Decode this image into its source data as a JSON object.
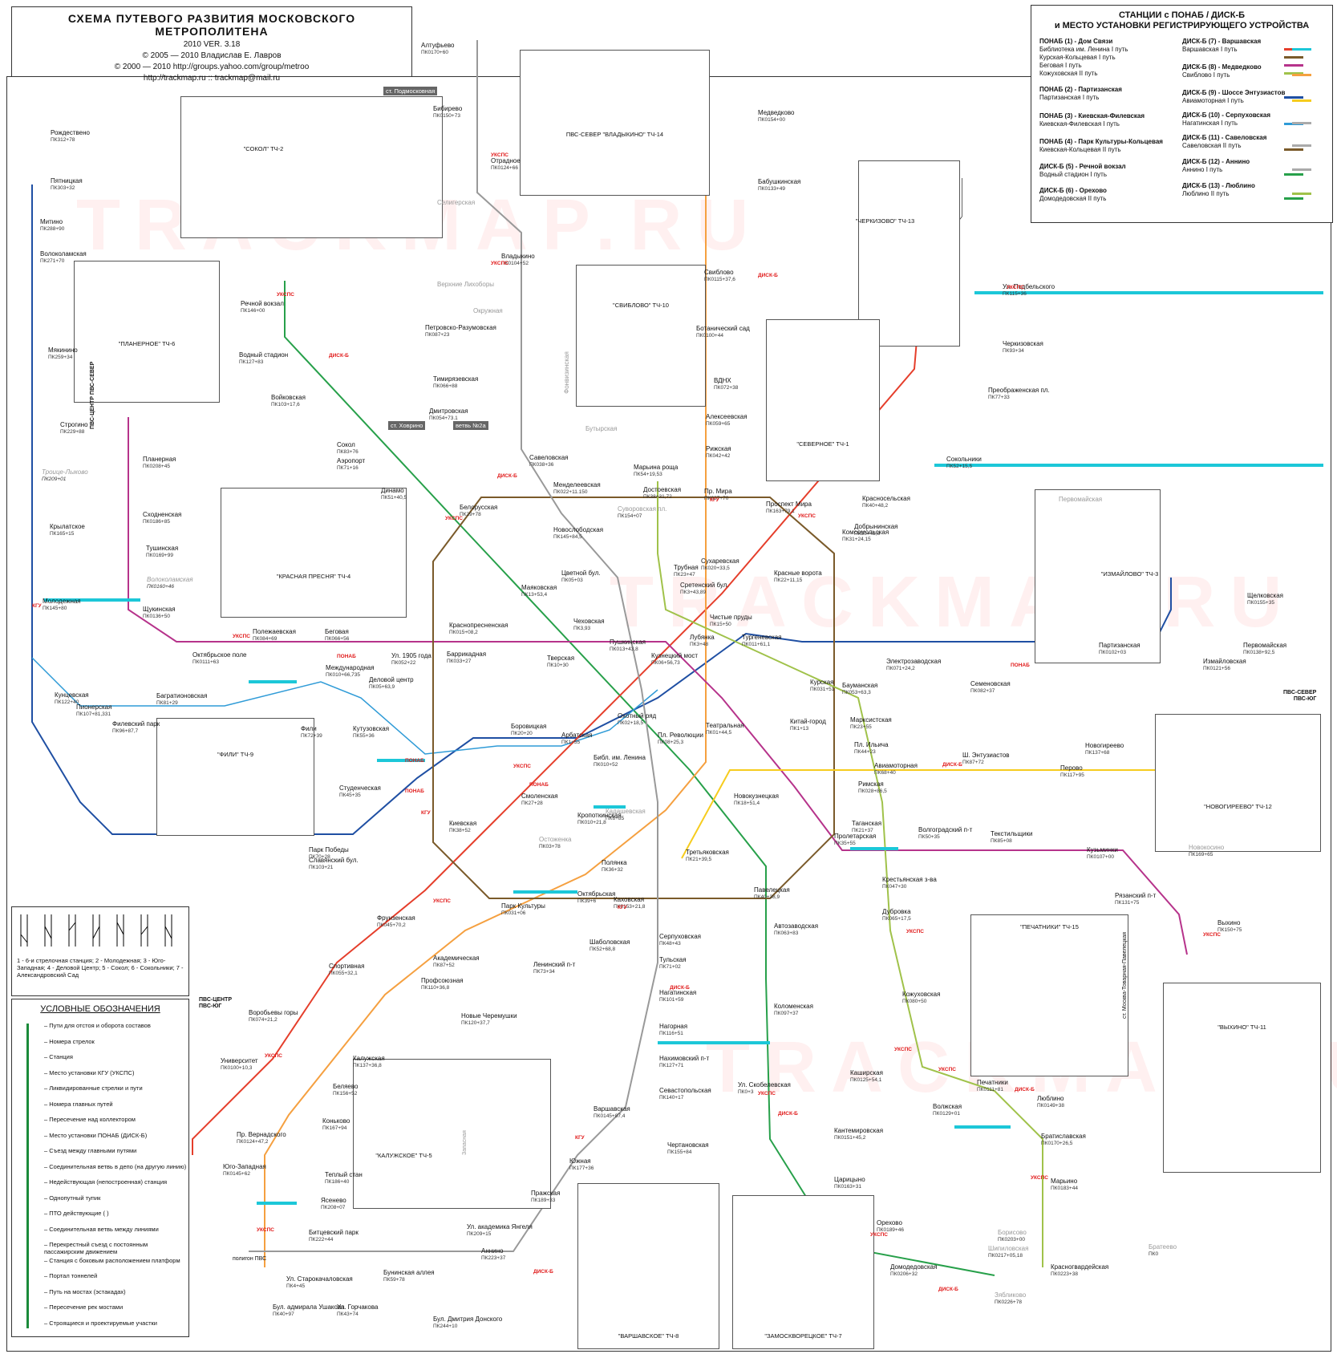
{
  "header": {
    "title": "СХЕМА ПУТЕВОГО РАЗВИТИЯ МОСКОВСКОГО МЕТРОПОЛИТЕНА",
    "version": "2010  VER. 3.18",
    "copyright1": "© 2005 — 2010 Владислав Е. Лавров",
    "copyright2": "© 2000 — 2010 http://groups.yahoo.com/group/metroo",
    "contact": "http://trackmap.ru :: trackmap@mail.ru"
  },
  "legend_stations": {
    "heading1": "СТАНЦИИ с ПОНАБ / ДИСК-Б",
    "heading2": "и МЕСТО УСТАНОВКИ РЕГИСТРИРУЮЩЕГО УСТРОЙСТВА",
    "left": [
      {
        "title": "ПОНАБ (1) - Дом Связи",
        "lines": [
          "Библиотека им. Ленина I путь",
          "Курская-Кольцевая I путь",
          "Беговая I путь",
          "Кожуховская II путь"
        ],
        "colors": [
          "#e53e2b",
          "#7a5a2a",
          "#b6338b",
          "#a0c24a"
        ]
      },
      {
        "title": "ПОНАБ (2) - Партизанская",
        "lines": [
          "Партизанская I путь"
        ],
        "colors": [
          "#1f4fa3"
        ]
      },
      {
        "title": "ПОНАБ (3) - Киевская-Филевская",
        "lines": [
          "Киевская-Филевская I путь"
        ],
        "colors": [
          "#2f9bd7"
        ]
      },
      {
        "title": "ПОНАБ (4) - Парк Культуры-Кольцевая",
        "lines": [
          "Киевская-Кольцевая II путь"
        ],
        "colors": [
          "#7a5a2a"
        ]
      },
      {
        "title": "ДИСК-Б (5) - Речной вокзал",
        "lines": [
          "Водный стадион I путь"
        ],
        "colors": [
          "#27a04a"
        ]
      },
      {
        "title": "ДИСК-Б (6) - Орехово",
        "lines": [
          "Домодедовская II путь"
        ],
        "colors": [
          "#27a04a"
        ]
      }
    ],
    "right": [
      {
        "title": "ДИСК-Б (7) - Варшавская",
        "lines": [
          "Варшавская I путь"
        ],
        "colors": [
          "#1cc7d8"
        ]
      },
      {
        "title": "ДИСК-Б (8) - Медведково",
        "lines": [
          "Свиблово I путь"
        ],
        "colors": [
          "#f5a040"
        ]
      },
      {
        "title": "ДИСК-Б (9) - Шоссе Энтузиастов",
        "lines": [
          "Авиамоторная I путь"
        ],
        "colors": [
          "#f6cc1e"
        ]
      },
      {
        "title": "ДИСК-Б (10) - Серпуховская",
        "lines": [
          "Нагатинская I путь"
        ],
        "colors": [
          "#aaaaaa"
        ]
      },
      {
        "title": "ДИСК-Б (11) - Савеловская",
        "lines": [
          "Савеловская II путь"
        ],
        "colors": [
          "#aaaaaa"
        ]
      },
      {
        "title": "ДИСК-Б (12) - Аннино",
        "lines": [
          "Аннино I путь"
        ],
        "colors": [
          "#aaaaaa"
        ]
      },
      {
        "title": "ДИСК-Б (13) - Люблино",
        "lines": [
          "Люблино II путь"
        ],
        "colors": [
          "#a0c24a"
        ]
      }
    ]
  },
  "watermark": "TRACKMAP.RU",
  "switch_box": {
    "caption": "1 - 6-и стрелочная станция; 2 - Молодежная; 3 - Юго-Западная; 4 - Деловой Центр; 5 - Сокол; 6 - Сокольники; 7 - Александровский Сад"
  },
  "conditions": {
    "heading": "УСЛОВНЫЕ ОБОЗНАЧЕНИЯ",
    "items": [
      "Пути для отстоя и оборота составов",
      "Номера стрелок",
      "Станция",
      "Место установки КГУ (УКСПС)",
      "Ликвидированные стрелки и пути",
      "Номера главных путей",
      "Пересечение над коллектором",
      "Место установки ПОНАБ (ДИСК-Б)",
      "Съезд между главными путями",
      "Соединительная ветвь в депо (на другую линию)",
      "Недействующая (непостроенная) станция",
      "Однопутный тупик",
      "ПТО действующие (                )",
      "Соединительная ветвь между линиями",
      "Перекрестный съезд с постоянным пассажирским движением",
      "Станция с боковым расположением платформ",
      "Портал тоннелей",
      "Путь на мостах (эстакадах)",
      "Пересечение рек мостами",
      "Строящиеся и проектируемые участки"
    ]
  },
  "depots": [
    {
      "name": "\"СОКОЛ\" ТЧ-2"
    },
    {
      "name": "ПВС-СЕВЕР \"ВЛАДЫКИНО\" ТЧ-14"
    },
    {
      "name": "\"ПЛАНЕРНОЕ\" ТЧ-6"
    },
    {
      "name": "\"СВИБЛОВО\" ТЧ-10"
    },
    {
      "name": "\"ЧЕРКИЗОВО\" ТЧ-13"
    },
    {
      "name": "\"СЕВЕРНОЕ\" ТЧ-1"
    },
    {
      "name": "\"КРАСНАЯ ПРЕСНЯ\" ТЧ-4"
    },
    {
      "name": "\"ИЗМАЙЛОВО\" ТЧ-3"
    },
    {
      "name": "\"ФИЛИ\" ТЧ-9"
    },
    {
      "name": "\"НОВОГИРЕЕВО\" ТЧ-12"
    },
    {
      "name": "\"ПЕЧАТНИКИ\" ТЧ-15"
    },
    {
      "name": "\"ВЫХИНО\" ТЧ-11"
    },
    {
      "name": "\"КАЛУЖСКОЕ\" ТЧ-5"
    },
    {
      "name": "\"ВАРШАВСКОЕ\" ТЧ-8"
    },
    {
      "name": "\"ЗАМОСКВОРЕЦКОЕ\" ТЧ-7"
    }
  ],
  "stations": [
    {
      "name": "Алтуфьево",
      "pk": "ПК0170+60"
    },
    {
      "name": "Бибирево",
      "pk": "ПК0150+73"
    },
    {
      "name": "Отрадное",
      "pk": "ПК0124+66"
    },
    {
      "name": "Владыкино",
      "pk": "ПК0104+52"
    },
    {
      "name": "Петровско-Разумовская",
      "pk": "ПК087+23"
    },
    {
      "name": "Тимирязевская",
      "pk": "ПК066+88"
    },
    {
      "name": "Дмитровская",
      "pk": "ПК054+73.1"
    },
    {
      "name": "Савеловская",
      "pk": "ПК038+36"
    },
    {
      "name": "Менделеевская",
      "pk": "ПК022+11.150"
    },
    {
      "name": "Цветной бул.",
      "pk": "ПК05+03"
    },
    {
      "name": "Чеховская",
      "pk": "ПК3,93"
    },
    {
      "name": "Боровицкая",
      "pk": "ПК20+20"
    },
    {
      "name": "Полянка",
      "pk": "ПК36+32"
    },
    {
      "name": "Серпуховская",
      "pk": "ПК48+43"
    },
    {
      "name": "Тульская",
      "pk": "ПК71+02"
    },
    {
      "name": "Нагатинская",
      "pk": "ПК101+59"
    },
    {
      "name": "Нагорная",
      "pk": "ПК116+51"
    },
    {
      "name": "Нахимовский п-т",
      "pk": "ПК127+71"
    },
    {
      "name": "Севастопольская",
      "pk": "ПК140+17"
    },
    {
      "name": "Чертановская",
      "pk": "ПК155+84"
    },
    {
      "name": "Южная",
      "pk": "ПК177+36"
    },
    {
      "name": "Пражская",
      "pk": "ПК189+33"
    },
    {
      "name": "Ул. академика Янгеля",
      "pk": "ПК209+15"
    },
    {
      "name": "Аннино",
      "pk": "ПК223+37"
    },
    {
      "name": "Бул. Дмитрия Донского",
      "pk": "ПК244+10"
    },
    {
      "name": "Медведково",
      "pk": "ПК0154+00"
    },
    {
      "name": "Бабушкинская",
      "pk": "ПК0133+49"
    },
    {
      "name": "Свиблово",
      "pk": "ПК0115+37,6"
    },
    {
      "name": "Ботанический сад",
      "pk": "ПК0100+44"
    },
    {
      "name": "ВДНХ",
      "pk": "ПК072+38"
    },
    {
      "name": "Алексеевская",
      "pk": "ПК059+65"
    },
    {
      "name": "Рижская",
      "pk": "ПК042+42"
    },
    {
      "name": "Пр. Мира",
      "pk": "ПК027+70"
    },
    {
      "name": "Сухаревская",
      "pk": "ПК020+33,5"
    },
    {
      "name": "Тургеневская",
      "pk": "ПК011+61,1"
    },
    {
      "name": "Китай-город",
      "pk": "ПК1+13"
    },
    {
      "name": "Третьяковская",
      "pk": "ПК21+39,5"
    },
    {
      "name": "Октябрьская",
      "pk": "ПК39+6"
    },
    {
      "name": "Шаболовская",
      "pk": "ПК52+68,8"
    },
    {
      "name": "Ленинский п-т",
      "pk": "ПК73+34"
    },
    {
      "name": "Академическая",
      "pk": "ПК87+52"
    },
    {
      "name": "Профсоюзная",
      "pk": "ПК110+36,8"
    },
    {
      "name": "Новые Черемушки",
      "pk": "ПК120+37,7"
    },
    {
      "name": "Калужская",
      "pk": "ПК137+36,8"
    },
    {
      "name": "Беляево",
      "pk": "ПК156+52"
    },
    {
      "name": "Коньково",
      "pk": "ПК167+94"
    },
    {
      "name": "Теплый стан",
      "pk": "ПК186+40"
    },
    {
      "name": "Ясенево",
      "pk": "ПК208+07"
    },
    {
      "name": "Битцевский парк",
      "pk": "ПК222+44"
    },
    {
      "name": "Речной вокзал",
      "pk": "ПК146+00"
    },
    {
      "name": "Водный стадион",
      "pk": "ПК127+83"
    },
    {
      "name": "Войковская",
      "pk": "ПК103+17,6"
    },
    {
      "name": "Сокол",
      "pk": "ПК83+76"
    },
    {
      "name": "Аэропорт",
      "pk": "ПК71+16"
    },
    {
      "name": "Динамо",
      "pk": "ПК51+40,5"
    },
    {
      "name": "Белорусская",
      "pk": "ПК29+78"
    },
    {
      "name": "Маяковская",
      "pk": "ПК13+53,4"
    },
    {
      "name": "Тверская",
      "pk": "ПК10+30"
    },
    {
      "name": "Театральная",
      "pk": "ПК01+44,5"
    },
    {
      "name": "Новокузнецкая",
      "pk": "ПК18+51,4"
    },
    {
      "name": "Павелецкая",
      "pk": "ПК40+38,9"
    },
    {
      "name": "Автозаводская",
      "pk": "ПК063+83"
    },
    {
      "name": "Коломенская",
      "pk": "ПК097+37"
    },
    {
      "name": "Каширская",
      "pk": "ПК0125+54,1"
    },
    {
      "name": "Кантемировская",
      "pk": "ПК0151+45,2"
    },
    {
      "name": "Царицыно",
      "pk": "ПК0163+31"
    },
    {
      "name": "Орехово",
      "pk": "ПК0189+46"
    },
    {
      "name": "Домодедовская",
      "pk": "ПК0206+32"
    },
    {
      "name": "Красногвардейская",
      "pk": "ПК0223+38"
    },
    {
      "name": "Ул. Подбельского",
      "pk": "ПК115+36"
    },
    {
      "name": "Черкизовская",
      "pk": "ПК93+34"
    },
    {
      "name": "Преображенская пл.",
      "pk": "ПК77+33"
    },
    {
      "name": "Сокольники",
      "pk": "ПК52+15,5"
    },
    {
      "name": "Красносельская",
      "pk": "ПК40+48,2"
    },
    {
      "name": "Комсомольская",
      "pk": "ПК31+24,15"
    },
    {
      "name": "Красные ворота",
      "pk": "ПК22+11,15"
    },
    {
      "name": "Чистые пруды",
      "pk": "ПК15+50"
    },
    {
      "name": "Лубянка",
      "pk": "ПК3+48"
    },
    {
      "name": "Охотный ряд",
      "pk": "ПК02+18,5"
    },
    {
      "name": "Библ. им. Ленина",
      "pk": "ПК010+52"
    },
    {
      "name": "Кропоткинская",
      "pk": "ПК010+21,8"
    },
    {
      "name": "Парк Культуры",
      "pk": "ПК031+06"
    },
    {
      "name": "Фрунзенская",
      "pk": "ПК045+70,2"
    },
    {
      "name": "Спортивная",
      "pk": "ПК055+32,1"
    },
    {
      "name": "Воробьевы горы",
      "pk": "ПК074+21,2"
    },
    {
      "name": "Университет",
      "pk": "ПК0100+10,3"
    },
    {
      "name": "Пр. Вернадского",
      "pk": "ПК0124+47,2"
    },
    {
      "name": "Юго-Западная",
      "pk": "ПК0145+62"
    },
    {
      "name": "Щелковская",
      "pk": "ПК0155+35"
    },
    {
      "name": "Первомайская",
      "pk": "ПК0138+92,5"
    },
    {
      "name": "Измайловская",
      "pk": "ПК0121+56"
    },
    {
      "name": "Партизанская",
      "pk": "ПК0102+03"
    },
    {
      "name": "Семеновская",
      "pk": "ПК082+37"
    },
    {
      "name": "Электрозаводская",
      "pk": "ПК071+24,2"
    },
    {
      "name": "Бауманская",
      "pk": "ПК053+63,3"
    },
    {
      "name": "Курская",
      "pk": "ПК031+51"
    },
    {
      "name": "Пл. Революции",
      "pk": "ПК08+25,3"
    },
    {
      "name": "Арбатская",
      "pk": "ПК1+55"
    },
    {
      "name": "Смоленская",
      "pk": "ПК27+28"
    },
    {
      "name": "Киевская",
      "pk": "ПК38+52"
    },
    {
      "name": "Парк Победы",
      "pk": "ПК70+28"
    },
    {
      "name": "Славянский бул.",
      "pk": "ПК103+21"
    },
    {
      "name": "Кунцевская",
      "pk": "ПК122+40"
    },
    {
      "name": "Молодежная",
      "pk": "ПК145+80"
    },
    {
      "name": "Крылатское",
      "pk": "ПК165+15"
    },
    {
      "name": "Строгино",
      "pk": "ПК229+88"
    },
    {
      "name": "Мякинино",
      "pk": "ПК259+34"
    },
    {
      "name": "Волоколамская",
      "pk": "ПК271+70"
    },
    {
      "name": "Митино",
      "pk": "ПК288+90"
    },
    {
      "name": "Пятницкая",
      "pk": "ПК303+32"
    },
    {
      "name": "Рождествено",
      "pk": "ПК312+78"
    },
    {
      "name": "Пионерская",
      "pk": "ПК107+81,331"
    },
    {
      "name": "Филевский парк",
      "pk": "ПК96+87,7"
    },
    {
      "name": "Багратионовская",
      "pk": "ПК81+29"
    },
    {
      "name": "Фили",
      "pk": "ПК72+39"
    },
    {
      "name": "Кутузовская",
      "pk": "ПК55+36"
    },
    {
      "name": "Студенческая",
      "pk": "ПК45+35"
    },
    {
      "name": "Международная",
      "pk": "ПК010+66,735"
    },
    {
      "name": "Деловой центр",
      "pk": "ПК05+63,9"
    },
    {
      "name": "Планерная",
      "pk": "ПК0208+45"
    },
    {
      "name": "Сходненская",
      "pk": "ПК0186+85"
    },
    {
      "name": "Тушинская",
      "pk": "ПК0169+99"
    },
    {
      "name": "Щукинская",
      "pk": "ПК0136+50"
    },
    {
      "name": "Октябрьское поле",
      "pk": "ПК0111+63"
    },
    {
      "name": "Полежаевская",
      "pk": "ПК084+69"
    },
    {
      "name": "Беговая",
      "pk": "ПК066+56"
    },
    {
      "name": "Ул. 1905 года",
      "pk": "ПК052+22"
    },
    {
      "name": "Баррикадная",
      "pk": "ПК033+27"
    },
    {
      "name": "Пушкинская",
      "pk": "ПК013+43,8"
    },
    {
      "name": "Кузнецкий мост",
      "pk": "ПК06+56,73"
    },
    {
      "name": "Таганская",
      "pk": "ПК21+37"
    },
    {
      "name": "Пролетарская",
      "pk": "ПК35+55"
    },
    {
      "name": "Волгоградский п-т",
      "pk": "ПК50+35"
    },
    {
      "name": "Текстильщики",
      "pk": "ПК85+08"
    },
    {
      "name": "Кузьминки",
      "pk": "ПК0107+00"
    },
    {
      "name": "Рязанский п-т",
      "pk": "ПК131+75"
    },
    {
      "name": "Выхино",
      "pk": "ПК150+75"
    },
    {
      "name": "Новогиреево",
      "pk": "ПК137+68"
    },
    {
      "name": "Перово",
      "pk": "ПК117+95"
    },
    {
      "name": "Ш. Энтузиастов",
      "pk": "ПК87+72"
    },
    {
      "name": "Авиамоторная",
      "pk": "ПК68+40"
    },
    {
      "name": "Пл. Ильича",
      "pk": "ПК44+23"
    },
    {
      "name": "Марксистская",
      "pk": "ПК23+55"
    },
    {
      "name": "Крестьянская з-ва",
      "pk": "ПК047+30"
    },
    {
      "name": "Дубровка",
      "pk": "ПК065+17,5"
    },
    {
      "name": "Кожуховская",
      "pk": "ПК080+50"
    },
    {
      "name": "Печатники",
      "pk": "ПК0111+81"
    },
    {
      "name": "Волжская",
      "pk": "ПК0129+01"
    },
    {
      "name": "Люблино",
      "pk": "ПК0149+38"
    },
    {
      "name": "Братиславская",
      "pk": "ПК0170+26,5"
    },
    {
      "name": "Марьино",
      "pk": "ПК0183+44"
    },
    {
      "name": "Достоевская",
      "pk": "ПК38+31,72"
    },
    {
      "name": "Марьина роща",
      "pk": "ПК54+19,53"
    },
    {
      "name": "Трубная",
      "pk": "ПК23+47"
    },
    {
      "name": "Сретенский бул.",
      "pk": "ПК3+43,89"
    },
    {
      "name": "Римская",
      "pk": "ПК028+86,5"
    },
    {
      "name": "Краснопресненская",
      "pk": "ПК015+08,2"
    },
    {
      "name": "Новослободская",
      "pk": "ПК145+84,5"
    },
    {
      "name": "Проспект Мира",
      "pk": "ПК163+79,1"
    },
    {
      "name": "Добрынинская",
      "pk": "ПК50+45,6"
    },
    {
      "name": "Каховская",
      "pk": "ПК0153+21,8"
    },
    {
      "name": "Варшавская",
      "pk": "ПК0145+87,4"
    },
    {
      "name": "Ул. Скобелевская",
      "pk": "ПК0+3"
    },
    {
      "name": "Бунинская аллея",
      "pk": "ПК59+78"
    },
    {
      "name": "Бул. адмирала Ушакова",
      "pk": "ПК40+97"
    },
    {
      "name": "Ул. Горчакова",
      "pk": "ПК43+74"
    },
    {
      "name": "Ул. Старокачаловская",
      "pk": "ПК4+45"
    }
  ],
  "markers": {
    "ukspc": "УКСПС",
    "kgu": "КГУ",
    "disk": "ДИСК-Б",
    "ponab": "ПОНАБ"
  },
  "misc": {
    "st_podmoskovnaya": "ст. Подмосковная",
    "st_hovrino": "ст. Ховрино",
    "vetv2a": "ветвь №2а",
    "seligerskaya": "Селигерская",
    "verhnie_likhobory": "Верхние Лихоборы",
    "okruzhnaya": "Окружная",
    "butyrskaya": "Бутырская",
    "fonvizinskaya": "Фонвизинская",
    "suvorovskaya": "Суворовская пл.",
    "suvorovskaya_pk": "ПК154+07",
    "volokolamskaya_old": "Волоколамская",
    "volokolamskaya_old_pk": "ПК0160+46",
    "troitse": "Троице-Лыково",
    "troitse_pk": "ПК209+01",
    "borisovo": "Борисово",
    "borisovo_pk": "ПК0203+00",
    "shipilovskaya": "Шипиловская",
    "shipilovskaya_pk": "ПК0217+05,18",
    "zyablikovo": "Зябликово",
    "zyablikovo_pk": "ПК0226+78",
    "brateevo": "Братеево",
    "brateevo_pk": "ПК0",
    "kadashevskaya": "Кадашевская",
    "kadashevskaya_pk": "ПК6+85",
    "ostozhenka": "Остоженка",
    "ostozhenka_pk": "ПК03+78",
    "novokosino": "Новокосино",
    "novokosino_pk": "ПК169+65",
    "pervomayskaya_old": "Первомайская",
    "pvs_sever": "ПВС-СЕВЕР",
    "pvs_yug": "ПВС-ЮГ",
    "pvs_center": "ПВС-ЦЕНТР",
    "pvs_center_sever": "ПВС-ЦЕНТР ПВС-СЕВЕР",
    "poligon": "полигон ПВС",
    "moskva_tovarnaya": "ст. Москва-Товарная-Павелецкая",
    "zapasnaya": "Запасная"
  }
}
